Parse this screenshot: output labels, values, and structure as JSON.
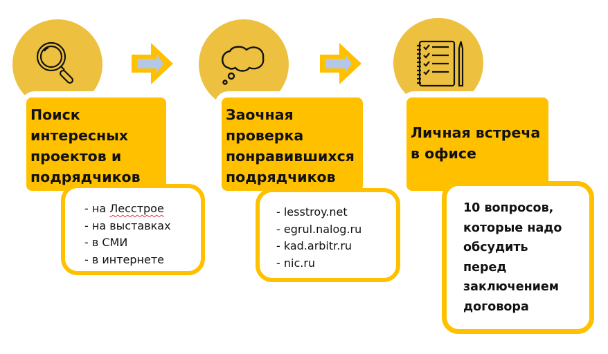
{
  "colors": {
    "circle": "#EDC03F",
    "box": "#FFC000",
    "arrow_fill": "#B4C7E7"
  },
  "steps": [
    {
      "icon": "magnifier-icon",
      "title_lines": [
        "Поиск",
        "интересных",
        "проектов и",
        "подрядчиков"
      ],
      "items": [
        "- на ",
        "- на выставках",
        "- в СМИ",
        "- в интернете"
      ],
      "item0_word": "Лесстрое"
    },
    {
      "icon": "thought-cloud-icon",
      "title_lines": [
        "Заочная",
        "проверка",
        "понравившихся",
        "подрядчиков"
      ],
      "items": [
        "- lesstroy.net",
        "- egrul.nalog.ru",
        "- kad.arbitr.ru",
        "- nic.ru"
      ]
    },
    {
      "icon": "checklist-notebook-icon",
      "title_lines": [
        "Личная встреча",
        "в офисе"
      ],
      "note_lines": [
        "10 вопросов,",
        "которые надо",
        "обсудить",
        "перед",
        "заключением",
        "договора"
      ]
    }
  ]
}
